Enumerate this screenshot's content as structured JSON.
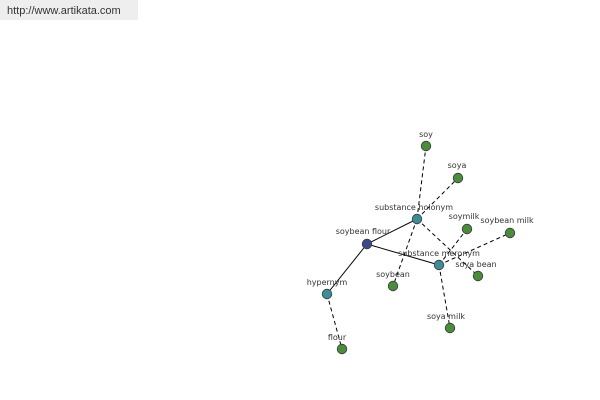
{
  "header": {
    "url": "http://www.artikata.com"
  },
  "colors": {
    "center": "#3c4a8c",
    "relation": "#3d8d98",
    "term": "#4a8c3c",
    "url_bar_bg": "#eeeeee"
  },
  "graph": {
    "nodes": [
      {
        "id": "center",
        "label": "soybean flour",
        "kind": "center"
      },
      {
        "id": "hypernym",
        "label": "hypernym",
        "kind": "relation"
      },
      {
        "id": "flour",
        "label": "flour",
        "kind": "term"
      },
      {
        "id": "sub_holonym",
        "label": "substance holonym",
        "kind": "relation"
      },
      {
        "id": "soy",
        "label": "soy",
        "kind": "term"
      },
      {
        "id": "soya",
        "label": "soya",
        "kind": "term"
      },
      {
        "id": "soybean",
        "label": "soybean",
        "kind": "term"
      },
      {
        "id": "soya_bean",
        "label": "soya bean",
        "kind": "term"
      },
      {
        "id": "sub_meronym",
        "label": "substance meronym",
        "kind": "relation"
      },
      {
        "id": "soymilk",
        "label": "soymilk",
        "kind": "term"
      },
      {
        "id": "soybean_milk",
        "label": "soybean milk",
        "kind": "term"
      },
      {
        "id": "soya_milk",
        "label": "soya milk",
        "kind": "term"
      }
    ],
    "edges": [
      {
        "from": "center",
        "to": "hypernym",
        "style": "solid"
      },
      {
        "from": "center",
        "to": "sub_holonym",
        "style": "solid"
      },
      {
        "from": "center",
        "to": "sub_meronym",
        "style": "solid"
      },
      {
        "from": "hypernym",
        "to": "flour",
        "style": "dashed"
      },
      {
        "from": "sub_holonym",
        "to": "soy",
        "style": "dashed"
      },
      {
        "from": "sub_holonym",
        "to": "soya",
        "style": "dashed"
      },
      {
        "from": "sub_holonym",
        "to": "soybean",
        "style": "dashed"
      },
      {
        "from": "sub_holonym",
        "to": "soya_bean",
        "style": "dashed"
      },
      {
        "from": "sub_meronym",
        "to": "soymilk",
        "style": "dashed"
      },
      {
        "from": "sub_meronym",
        "to": "soybean_milk",
        "style": "dashed"
      },
      {
        "from": "sub_meronym",
        "to": "soya_milk",
        "style": "dashed"
      }
    ]
  }
}
